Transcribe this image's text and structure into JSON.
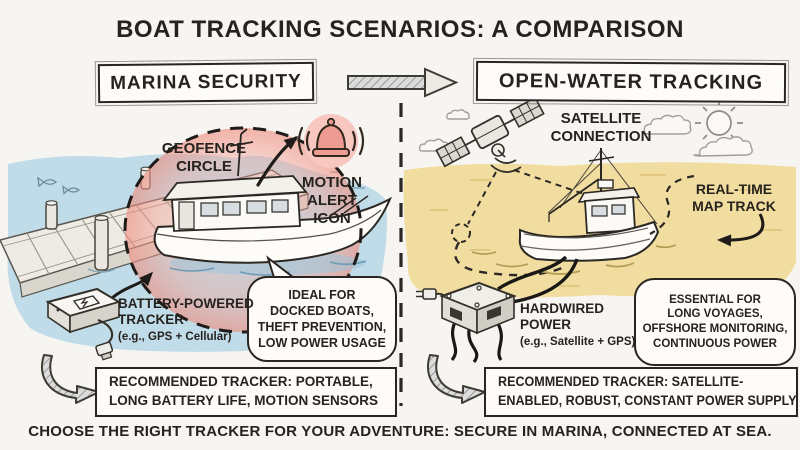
{
  "title": "BOAT TRACKING SCENARIOS: A COMPARISON",
  "footer": "CHOOSE THE RIGHT TRACKER FOR YOUR ADVENTURE: SECURE IN MARINA, CONNECTED AT SEA.",
  "left": {
    "header": "MARINA SECURITY",
    "geofence_label": "GEOFENCE\nCIRCLE",
    "motion_alert_label": "MOTION\nALERT\nICON",
    "tracker_title": "BATTERY-POWERED\nTRACKER",
    "tracker_subtitle": "(e.g., GPS + Cellular)",
    "bubble": "IDEAL FOR\nDOCKED BOATS,\nTHEFT PREVENTION,\nLOW POWER USAGE",
    "recommendation": "RECOMMENDED TRACKER: PORTABLE,\nLONG BATTERY LIFE, MOTION SENSORS"
  },
  "right": {
    "header": "OPEN-WATER TRACKING",
    "satellite_label": "SATELLITE\nCONNECTION",
    "map_track_label": "REAL-TIME\nMAP TRACK",
    "power_title": "HARDWIRED\nPOWER",
    "power_subtitle": "(e.g., Satellite + GPS)",
    "bubble": "ESSENTIAL FOR\nLONG VOYAGES,\nOFFSHORE MONITORING,\nCONTINUOUS POWER",
    "recommendation": "RECOMMENDED TRACKER: SATELLITE-\nENABLED, ROBUST, CONSTANT POWER SUPPLY"
  },
  "icons": {
    "motion-alert-icon": "bell with sound waves in pink circle",
    "geofence-circle-icon": "pink dashed circle around docked boat",
    "satellite-icon": "satellite with solar panels and signal waves",
    "sun-icon": "outlined sun with rays",
    "cloud-icons": "sketched outline clouds",
    "battery-tracker-icon": "portable tracker device with battery symbol",
    "hardwired-tracker-icon": "wired tracker box with cables and plug",
    "comparison-arrow-icon": "hatched right arrow",
    "curved-arrow-icon": "hatched curved arrow to recommendation box"
  },
  "colors": {
    "background": "#f7f5f1",
    "ink": "#26221e",
    "water_blue": "#b6d7e6",
    "sea_tan": "#f2dda0",
    "geofence_pink": "#ee8e80",
    "alert_badge_pink": "#f8c7c0",
    "bell_pink": "#ee9c93",
    "panel_white": "#fdfcfa",
    "arrow_gray": "#dcdcdc"
  }
}
